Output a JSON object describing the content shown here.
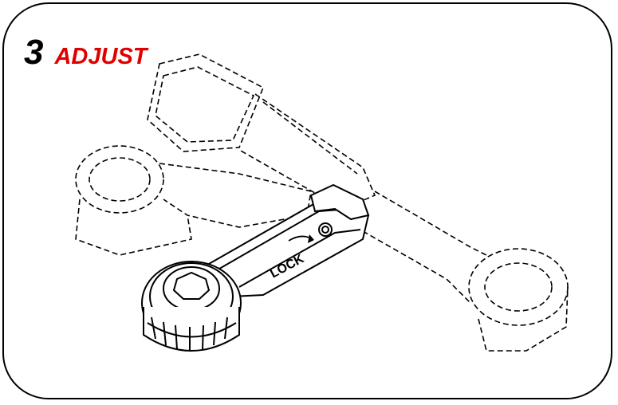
{
  "step": {
    "number": "3",
    "title": "ADJUST"
  },
  "illustration": {
    "lock_label": "LOCK",
    "icons": [
      "ratchet-wrench-icon",
      "lock-direction-arrow-icon"
    ]
  },
  "colors": {
    "title_red": "#e00000",
    "outline": "#000000",
    "background": "#ffffff"
  }
}
